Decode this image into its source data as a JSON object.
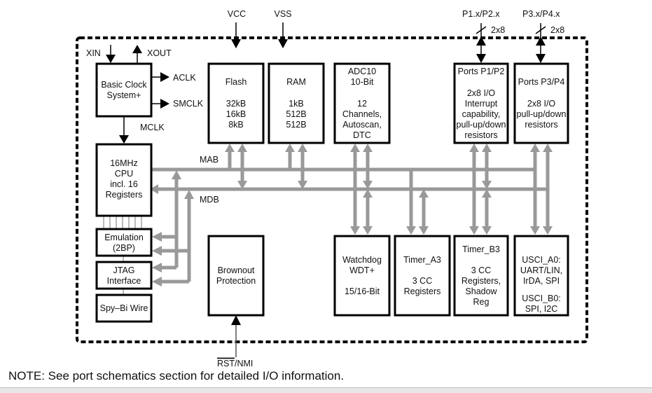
{
  "diagram": {
    "external_signals": {
      "vcc": "VCC",
      "vss": "VSS",
      "xin": "XIN",
      "xout": "XOUT",
      "aclk": "ACLK",
      "smclk": "SMCLK",
      "mclk": "MCLK",
      "p1p2": "P1.x/P2.x",
      "p3p4": "P3.x/P4.x",
      "p1p2_width": "2x8",
      "p3p4_width": "2x8",
      "rst_overline": "RST",
      "rst_rest": "/NMI"
    },
    "buses": {
      "mab": "MAB",
      "mdb": "MDB"
    },
    "blocks": {
      "clock": [
        "Basic Clock",
        "System+"
      ],
      "cpu": [
        "16MHz",
        "CPU",
        "incl. 16",
        "Registers"
      ],
      "emulation": [
        "Emulation",
        "(2BP)"
      ],
      "jtag": [
        "JTAG",
        "Interface"
      ],
      "spybi": [
        "Spy–Bi Wire"
      ],
      "flash": [
        "Flash",
        "",
        "32kB",
        "16kB",
        "8kB"
      ],
      "ram": [
        "RAM",
        "",
        "1kB",
        "512B",
        "512B"
      ],
      "adc": [
        "ADC10",
        "10-Bit",
        "",
        "12",
        "Channels,",
        "Autoscan,",
        "DTC"
      ],
      "ports12": [
        "Ports P1/P2",
        "",
        "2x8 I/O",
        "Interrupt",
        "capability,",
        "pull-up/down",
        "resistors"
      ],
      "ports34": [
        "Ports P3/P4",
        "",
        "2x8 I/O",
        "pull-up/down",
        "resistors"
      ],
      "brownout": [
        "Brownout",
        "Protection"
      ],
      "watchdog": [
        "Watchdog",
        "WDT+",
        "",
        "15/16-Bit"
      ],
      "timera": [
        "Timer_A3",
        "",
        "3 CC",
        "Registers"
      ],
      "timerb": [
        "Timer_B3",
        "",
        "3 CC",
        "Registers,",
        "Shadow",
        "Reg"
      ],
      "usci": [
        "USCI_A0:",
        "UART/LIN,",
        "IrDA, SPI",
        "",
        "USCI_B0:",
        "SPI, I2C"
      ]
    },
    "note": "NOTE:  See port schematics section for detailed I/O information."
  }
}
